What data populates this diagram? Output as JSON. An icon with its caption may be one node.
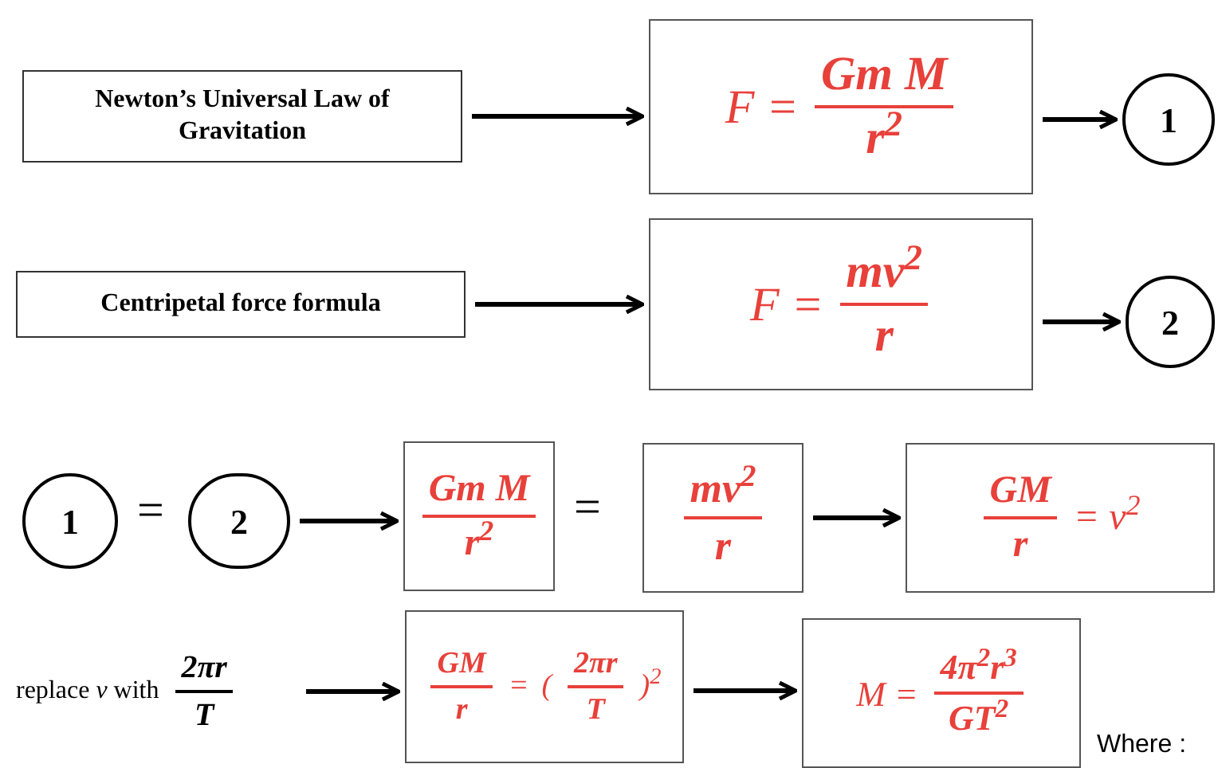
{
  "diagram": {
    "nodes": [
      {
        "text": [
          "Newton’s Universal Law of Gravitation"
        ]
      },
      {
        "text": [
          "F =",
          "Gm M",
          "r$^{2}$"
        ]
      },
      {
        "text": [
          "1"
        ]
      },
      {
        "text": [
          "Centripetal force formula"
        ]
      },
      {
        "text": [
          "F =",
          "mv$^{2}$",
          "r"
        ]
      },
      {
        "text": [
          "2"
        ]
      },
      {
        "text": [
          "1"
        ]
      },
      {
        "text": [
          "2"
        ]
      },
      {
        "text": [
          "Gm M",
          "r$^{2}$"
        ]
      },
      {
        "text": [
          "mv$^{2}$",
          "r"
        ]
      },
      {
        "text": [
          "GM",
          "r",
          "= v$^{2}$"
        ]
      },
      {
        "text": [
          "replace *v* with",
          "2πr",
          "T"
        ]
      },
      {
        "text": [
          "GM",
          "r",
          "=",
          "(",
          "2πr",
          "T",
          ")$^{2}$"
        ]
      },
      {
        "text": [
          "M =",
          "4π$^{2}$r$^{3}$",
          "GT$^{2}$"
        ]
      }
    ],
    "edges": [
      {
        "from": 0,
        "to": 1,
        "arrow": "to"
      },
      {
        "from": 1,
        "to": 2,
        "arrow": "to"
      },
      {
        "from": 3,
        "to": 4,
        "arrow": "to"
      },
      {
        "from": 4,
        "to": 5,
        "arrow": "to"
      },
      {
        "from": 7,
        "to": 8,
        "arrow": "to"
      },
      {
        "from": 9,
        "to": 10,
        "arrow": "to"
      },
      {
        "from": 11,
        "to": 12,
        "arrow": "to"
      },
      {
        "from": 12,
        "to": 13,
        "arrow": "to"
      }
    ],
    "labels": [
      "=",
      "=",
      "Where :"
    ]
  }
}
